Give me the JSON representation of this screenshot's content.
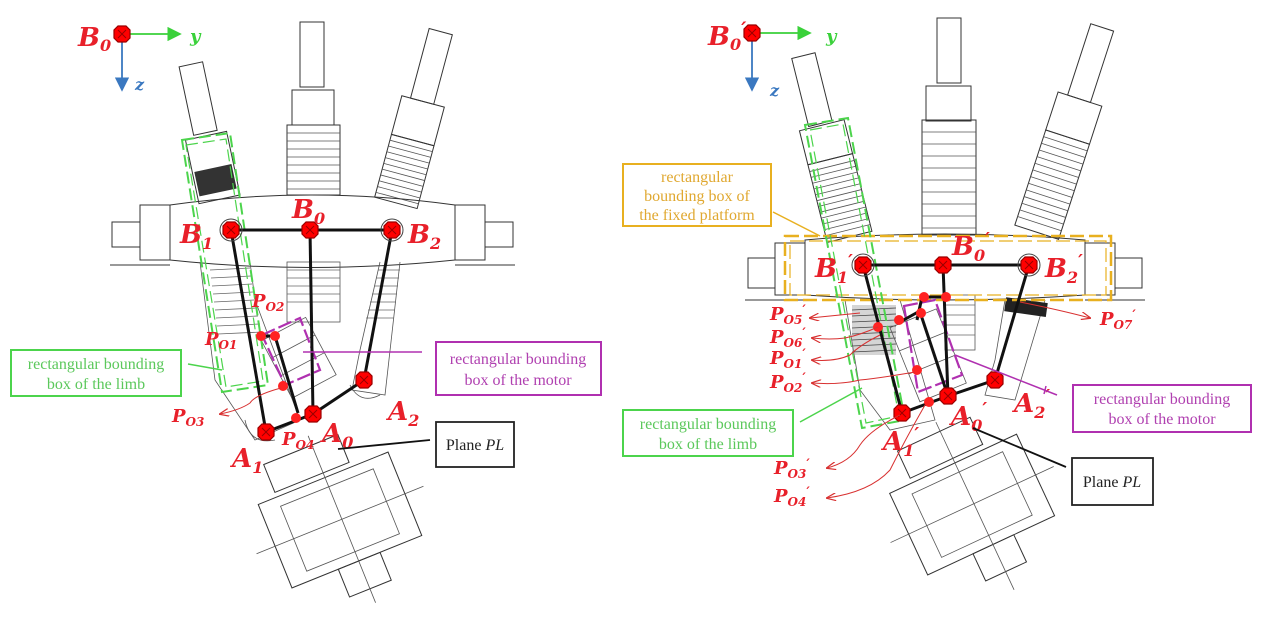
{
  "left_figure": {
    "axes": {
      "origin": "B0",
      "y_axis": "y",
      "z_axis": "z"
    },
    "points": {
      "B0": {
        "main": "B",
        "sub": "0"
      },
      "B1": {
        "main": "B",
        "sub": "1"
      },
      "B2": {
        "main": "B",
        "sub": "2"
      },
      "A0": {
        "main": "A",
        "sub": "0"
      },
      "A1": {
        "main": "A",
        "sub": "1"
      },
      "A2": {
        "main": "A",
        "sub": "2"
      },
      "PO1": {
        "main": "P",
        "sub": "O1"
      },
      "PO2": {
        "main": "P",
        "sub": "O2"
      },
      "PO3": {
        "main": "P",
        "sub": "O3"
      },
      "PO4": {
        "main": "P",
        "sub": "O4"
      }
    },
    "callouts": {
      "limb_box": [
        "rectangular bounding",
        "box of the limb"
      ],
      "motor_box": [
        "rectangular bounding",
        "box of the motor"
      ],
      "plane": {
        "prefix": "Plane ",
        "italic": "PL"
      }
    }
  },
  "right_figure": {
    "axes": {
      "origin": "B0′",
      "y_axis": "y",
      "z_axis": "z"
    },
    "prime": "′",
    "points": {
      "B0": {
        "main": "B",
        "sub": "0"
      },
      "B1": {
        "main": "B",
        "sub": "1"
      },
      "B2": {
        "main": "B",
        "sub": "2"
      },
      "A0": {
        "main": "A",
        "sub": "0"
      },
      "A1": {
        "main": "A",
        "sub": "1"
      },
      "A2": {
        "main": "A",
        "sub": "2"
      },
      "PO1": {
        "main": "P",
        "sub": "O1"
      },
      "PO2": {
        "main": "P",
        "sub": "O2"
      },
      "PO3": {
        "main": "P",
        "sub": "O3"
      },
      "PO4": {
        "main": "P",
        "sub": "O4"
      },
      "PO5": {
        "main": "P",
        "sub": "O5"
      },
      "PO6": {
        "main": "P",
        "sub": "O6"
      },
      "PO7": {
        "main": "P",
        "sub": "O7"
      }
    },
    "callouts": {
      "platform_box": [
        "rectangular",
        "bounding box of",
        "the fixed platform"
      ],
      "limb_box": [
        "rectangular bounding",
        "box of the limb"
      ],
      "motor_box": [
        "rectangular bounding",
        "box of the motor"
      ],
      "plane": {
        "prefix": "Plane ",
        "italic": "PL"
      }
    }
  },
  "colors": {
    "joint_red": "#e8202a",
    "limb_box_green": "#4cd44c",
    "motor_box_magenta": "#b030b0",
    "platform_box_yellow": "#e8b020",
    "y_axis_green": "#3ad13a",
    "z_axis_blue": "#3a78c0"
  }
}
